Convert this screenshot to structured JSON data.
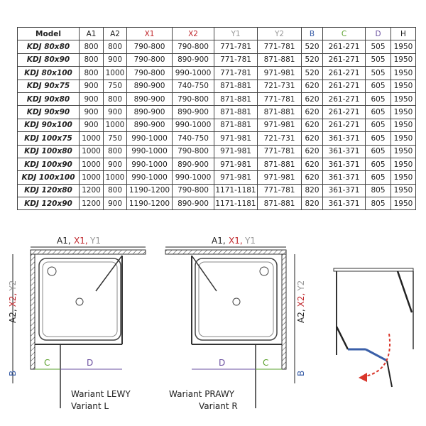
{
  "table": {
    "headers": [
      {
        "label": "Model",
        "color": "#222"
      },
      {
        "label": "A1",
        "color": "#222"
      },
      {
        "label": "A2",
        "color": "#222"
      },
      {
        "label": "X1",
        "color": "#c0282d"
      },
      {
        "label": "X2",
        "color": "#c0282d"
      },
      {
        "label": "Y1",
        "color": "#999999"
      },
      {
        "label": "Y2",
        "color": "#999999"
      },
      {
        "label": "B",
        "color": "#3a5fa8"
      },
      {
        "label": "C",
        "color": "#5aa02c"
      },
      {
        "label": "D",
        "color": "#6a4fa0"
      },
      {
        "label": "H",
        "color": "#222"
      }
    ],
    "rows": [
      [
        "KDJ 80x80",
        "800",
        "800",
        "790-800",
        "790-800",
        "771-781",
        "771-781",
        "520",
        "261-271",
        "505",
        "1950"
      ],
      [
        "KDJ 80x90",
        "800",
        "900",
        "790-800",
        "890-900",
        "771-781",
        "871-881",
        "520",
        "261-271",
        "505",
        "1950"
      ],
      [
        "KDJ 80x100",
        "800",
        "1000",
        "790-800",
        "990-1000",
        "771-781",
        "971-981",
        "520",
        "261-271",
        "505",
        "1950"
      ],
      [
        "KDJ 90x75",
        "900",
        "750",
        "890-900",
        "740-750",
        "871-881",
        "721-731",
        "620",
        "261-271",
        "605",
        "1950"
      ],
      [
        "KDJ 90x80",
        "900",
        "800",
        "890-900",
        "790-800",
        "871-881",
        "771-781",
        "620",
        "261-271",
        "605",
        "1950"
      ],
      [
        "KDJ 90x90",
        "900",
        "900",
        "890-900",
        "890-900",
        "871-881",
        "871-881",
        "620",
        "261-271",
        "605",
        "1950"
      ],
      [
        "KDJ 90x100",
        "900",
        "1000",
        "890-900",
        "990-1000",
        "871-881",
        "971-981",
        "620",
        "261-271",
        "605",
        "1950"
      ],
      [
        "KDJ 100x75",
        "1000",
        "750",
        "990-1000",
        "740-750",
        "971-981",
        "721-731",
        "620",
        "361-371",
        "605",
        "1950"
      ],
      [
        "KDJ 100x80",
        "1000",
        "800",
        "990-1000",
        "790-800",
        "971-981",
        "771-781",
        "620",
        "361-371",
        "605",
        "1950"
      ],
      [
        "KDJ 100x90",
        "1000",
        "900",
        "990-1000",
        "890-900",
        "971-981",
        "871-881",
        "620",
        "361-371",
        "605",
        "1950"
      ],
      [
        "KDJ 100x100",
        "1000",
        "1000",
        "990-1000",
        "990-1000",
        "971-981",
        "971-981",
        "620",
        "361-371",
        "605",
        "1950"
      ],
      [
        "KDJ 120x80",
        "1200",
        "800",
        "1190-1200",
        "790-800",
        "1171-1181",
        "771-781",
        "820",
        "361-371",
        "805",
        "1950"
      ],
      [
        "KDJ 120x90",
        "1200",
        "900",
        "1190-1200",
        "890-900",
        "1171-1181",
        "871-881",
        "820",
        "361-371",
        "805",
        "1950"
      ]
    ]
  },
  "diagram": {
    "a1": "A1,",
    "x1": "X1,",
    "y1": "Y1",
    "a2": "A2,",
    "x2": "X2,",
    "y2": "Y2",
    "b": "B",
    "c": "C",
    "d": "D",
    "left_variant": "Wariant LEWY",
    "left_variant_en": "Variant L",
    "right_variant": "Wariant PRAWY",
    "right_variant_en": "Variant R"
  }
}
